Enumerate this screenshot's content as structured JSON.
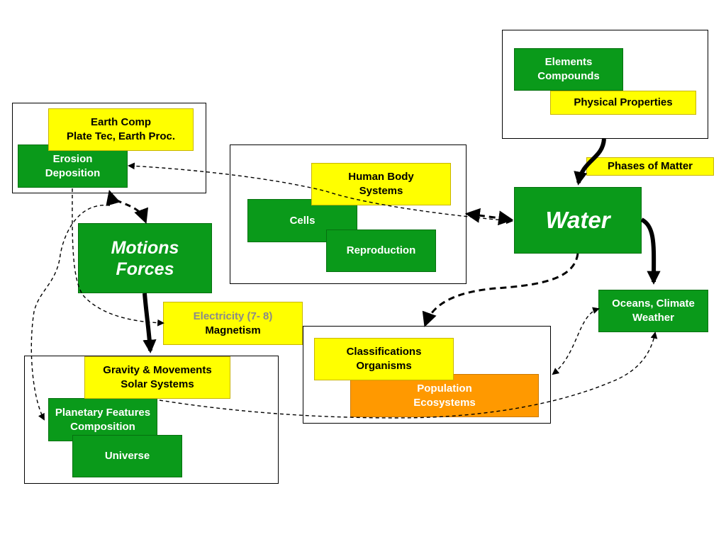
{
  "nodes": {
    "earth_comp": {
      "line1": "Earth Comp",
      "line2": "Plate Tec, Earth Proc."
    },
    "erosion": {
      "line1": "Erosion",
      "line2": "Deposition"
    },
    "motions": {
      "line1": "Motions",
      "line2": "Forces"
    },
    "electricity": {
      "line1": "Electricity (7- 8)",
      "line2": "Magnetism"
    },
    "gravity": {
      "line1": "Gravity & Movements",
      "line2": "Solar Systems"
    },
    "planetary": {
      "line1": "Planetary Features",
      "line2": "Composition"
    },
    "universe": {
      "label": "Universe"
    },
    "human_body": {
      "line1": "Human Body",
      "line2": "Systems"
    },
    "cells": {
      "label": "Cells"
    },
    "reproduction": {
      "label": "Reproduction"
    },
    "elements": {
      "line1": "Elements",
      "line2": "Compounds"
    },
    "physical": {
      "label": "Physical Properties"
    },
    "phases": {
      "label": "Phases of Matter"
    },
    "water": {
      "label": "Water"
    },
    "oceans": {
      "line1": "Oceans, Climate",
      "line2": "Weather"
    },
    "classifications": {
      "line1": "Classifications",
      "line2": "Organisms"
    },
    "population": {
      "line1": "Population",
      "line2": "Ecosystems"
    }
  },
  "colors": {
    "green": "#0a9a1a",
    "yellow": "#ffff00",
    "orange": "#ff9900",
    "grey_text": "#8a8a8a"
  }
}
